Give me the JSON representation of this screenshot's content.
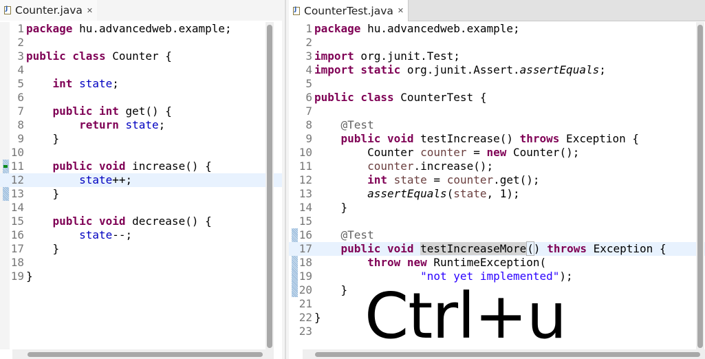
{
  "left_editor": {
    "tab": {
      "label": "Counter.java",
      "icon": "java-file-icon",
      "close_icon": "close-icon"
    },
    "lines": [
      {
        "n": "1"
      },
      {
        "n": "2"
      },
      {
        "n": "3"
      },
      {
        "n": "4"
      },
      {
        "n": "5"
      },
      {
        "n": "6"
      },
      {
        "n": "7"
      },
      {
        "n": "8"
      },
      {
        "n": "9"
      },
      {
        "n": "10"
      },
      {
        "n": "11"
      },
      {
        "n": "12"
      },
      {
        "n": "13"
      },
      {
        "n": "14"
      },
      {
        "n": "15"
      },
      {
        "n": "16"
      },
      {
        "n": "17"
      },
      {
        "n": "18"
      },
      {
        "n": "19"
      }
    ],
    "code": {
      "l1_kw": "package",
      "l1_rest": " hu.advancedweb.example;",
      "l3_kw": "public class",
      "l3_rest": " Counter {",
      "l5_ind": "    ",
      "l5_kw": "int",
      "l5_sp": " ",
      "l5_fld": "state",
      "l5_end": ";",
      "l7_ind": "    ",
      "l7_kw": "public int",
      "l7_rest": " get() {",
      "l8_ind": "        ",
      "l8_kw": "return",
      "l8_sp": " ",
      "l8_fld": "state",
      "l8_end": ";",
      "l9": "    }",
      "l11_ind": "    ",
      "l11_kw": "public void",
      "l11_rest": " increase() {",
      "l12_ind": "        ",
      "l12_fld": "state",
      "l12_end": "++;",
      "l13": "    }",
      "l15_ind": "    ",
      "l15_kw": "public void",
      "l15_rest": " decrease() {",
      "l16_ind": "        ",
      "l16_fld": "state",
      "l16_end": "--;",
      "l17": "    }",
      "l19": "}"
    }
  },
  "right_editor": {
    "tab": {
      "label": "CounterTest.java",
      "icon": "java-file-icon",
      "close_icon": "close-icon"
    },
    "lines": [
      {
        "n": "1"
      },
      {
        "n": "2"
      },
      {
        "n": "3"
      },
      {
        "n": "4"
      },
      {
        "n": "5"
      },
      {
        "n": "6"
      },
      {
        "n": "7"
      },
      {
        "n": "8"
      },
      {
        "n": "9"
      },
      {
        "n": "10"
      },
      {
        "n": "11"
      },
      {
        "n": "12"
      },
      {
        "n": "13"
      },
      {
        "n": "14"
      },
      {
        "n": "15"
      },
      {
        "n": "16"
      },
      {
        "n": "17"
      },
      {
        "n": "18"
      },
      {
        "n": "19"
      },
      {
        "n": "20"
      },
      {
        "n": "21"
      },
      {
        "n": "22"
      },
      {
        "n": "23"
      }
    ],
    "code": {
      "l1_kw": "package",
      "l1_rest": " hu.advancedweb.example;",
      "l3_kw": "import",
      "l3_rest": " org.junit.Test;",
      "l4_kw": "import static",
      "l4_rest": " org.junit.Assert.",
      "l4_it": "assertEquals",
      "l4_end": ";",
      "l6_kw": "public class",
      "l6_rest": " CounterTest {",
      "l8_ind": "    ",
      "l8_ann": "@Test",
      "l9_ind": "    ",
      "l9_kw": "public void",
      "l9_mid": " testIncrease() ",
      "l9_kw2": "throws",
      "l9_end": " Exception {",
      "l10_ind": "        ",
      "l10_a": "Counter ",
      "l10_var": "counter",
      "l10_b": " = ",
      "l10_kw": "new",
      "l10_c": " Counter();",
      "l11_ind": "        ",
      "l11_var": "counter",
      "l11_rest": ".increase();",
      "l12_ind": "        ",
      "l12_kw": "int",
      "l12_sp": " ",
      "l12_var": "state",
      "l12_b": " = ",
      "l12_var2": "counter",
      "l12_c": ".get();",
      "l13_ind": "        ",
      "l13_it": "assertEquals",
      "l13_a": "(",
      "l13_var": "state",
      "l13_b": ", 1);",
      "l14": "    }",
      "l16_ind": "    ",
      "l16_ann": "@Test",
      "l17_ind": "    ",
      "l17_kw": "public void",
      "l17_sp": " ",
      "l17_occ": "testIncreaseMore",
      "l17_p1": "(",
      "l17_p2": ")",
      "l17_sp2": " ",
      "l17_kw2": "throws",
      "l17_end": " Exception {",
      "l18_ind": "        ",
      "l18_kw": "throw new",
      "l18_rest": " RuntimeException(",
      "l19_ind": "                ",
      "l19_str": "\"not yet implemented\"",
      "l19_end": ");",
      "l20": "    }",
      "l22": "}"
    }
  },
  "overlay": {
    "shortcut_text": "Ctrl+u"
  }
}
